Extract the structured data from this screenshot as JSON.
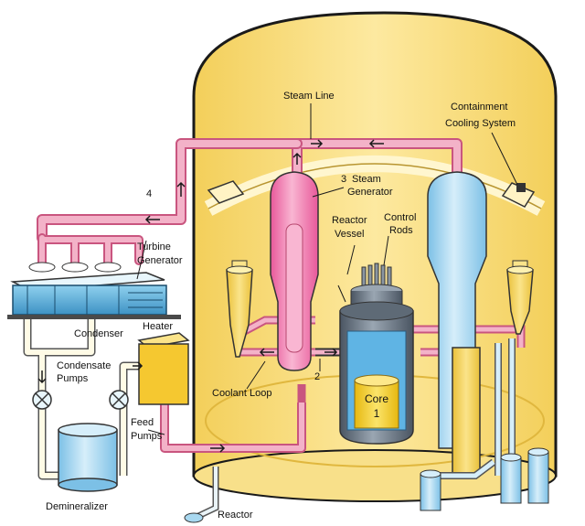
{
  "labels": {
    "steam_line": "Steam Line",
    "containment_1": "Containment",
    "containment_2": "Cooling System",
    "num_4": "4",
    "num_3": "3",
    "steam": "Steam",
    "generator": "Generator",
    "reactor_1": "Reactor",
    "vessel": "Vessel",
    "control": "Control",
    "rods": "Rods",
    "turbine": "Turbine",
    "turbine_gen": "Generator",
    "condenser": "Condenser",
    "heater": "Heater",
    "condensate": "Condensate",
    "pumps_1": "Pumps",
    "coolant_loop": "Coolant Loop",
    "num_2": "2",
    "core": "Core",
    "num_1": "1",
    "feed": "Feed",
    "pumps_2": "Pumps",
    "demineralizer": "Demineralizer",
    "reactor_2": "Reactor"
  },
  "colors": {
    "containment_fill": "#f6d86a",
    "containment_edge": "#1a1a1a",
    "pipe_pink": "#f0a8c0",
    "pipe_cream": "#fffbe6",
    "steam_gen": "#f07ab0",
    "tank_blue": "#a8d8f0",
    "vessel_gray": "#6f7c8a",
    "core_yellow": "#f5d020",
    "heater_yellow": "#f5c830",
    "condenser_blue": "#5cb0d8"
  }
}
